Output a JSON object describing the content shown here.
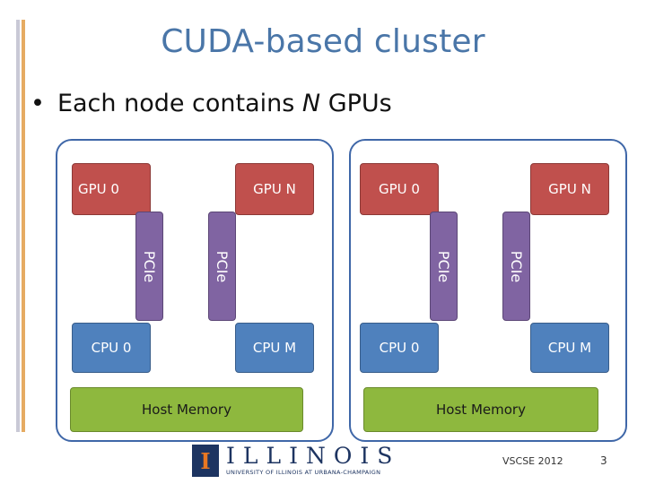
{
  "title": "CUDA-based cluster",
  "bullet": {
    "symbol": "•",
    "prefix": "Each node contains ",
    "emphasis": "N",
    "suffix": " GPUs"
  },
  "nodes": [
    {
      "gpu_first": "GPU 0",
      "gpu_last": "GPU N",
      "pcie_1": "PCIe",
      "pcie_2": "PCIe",
      "cpu_first": "CPU 0",
      "cpu_last": "CPU M",
      "memory": "Host Memory"
    },
    {
      "gpu_first": "GPU 0",
      "gpu_last": "GPU N",
      "pcie_1": "PCIe",
      "pcie_2": "PCIe",
      "cpu_first": "CPU 0",
      "cpu_last": "CPU M",
      "memory": "Host Memory"
    }
  ],
  "logo": {
    "mark": "I",
    "wordmark": "ILLINOIS",
    "subtitle": "UNIVERSITY OF ILLINOIS AT URBANA-CHAMPAIGN"
  },
  "footer": "VSCSE 2012",
  "page_number": "3",
  "colors": {
    "title": "#4a76a8",
    "node_border": "#3f67a8",
    "gpu": "#c0504d",
    "cpu": "#4f81bd",
    "pcie": "#8064a2",
    "memory": "#8eb83e",
    "logo_navy": "#1d3461",
    "logo_orange": "#e87722"
  }
}
